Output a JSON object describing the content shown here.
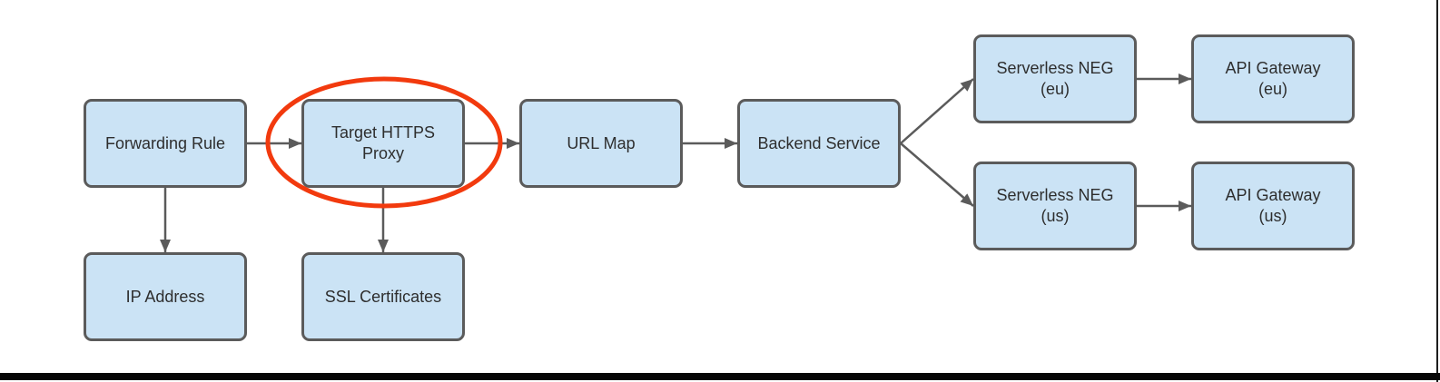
{
  "diagram_type": "flowchart",
  "nodes": {
    "forwarding_rule": {
      "label": "Forwarding Rule"
    },
    "target_https_proxy": {
      "label": "Target HTTPS\nProxy",
      "highlighted": true
    },
    "url_map": {
      "label": "URL Map"
    },
    "backend_service": {
      "label": "Backend Service"
    },
    "serverless_neg_eu": {
      "label": "Serverless NEG\n(eu)"
    },
    "api_gateway_eu": {
      "label": "API Gateway\n(eu)"
    },
    "serverless_neg_us": {
      "label": "Serverless NEG\n(us)"
    },
    "api_gateway_us": {
      "label": "API Gateway\n(us)"
    },
    "ip_address": {
      "label": "IP Address"
    },
    "ssl_certificates": {
      "label": "SSL Certificates"
    }
  },
  "edges": [
    {
      "from": "forwarding_rule",
      "to": "target_https_proxy"
    },
    {
      "from": "target_https_proxy",
      "to": "url_map"
    },
    {
      "from": "url_map",
      "to": "backend_service"
    },
    {
      "from": "backend_service",
      "to": "serverless_neg_eu"
    },
    {
      "from": "backend_service",
      "to": "serverless_neg_us"
    },
    {
      "from": "serverless_neg_eu",
      "to": "api_gateway_eu"
    },
    {
      "from": "serverless_neg_us",
      "to": "api_gateway_us"
    },
    {
      "from": "forwarding_rule",
      "to": "ip_address"
    },
    {
      "from": "target_https_proxy",
      "to": "ssl_certificates"
    }
  ],
  "annotation": {
    "shape": "ellipse-highlight",
    "target": "target_https_proxy",
    "color": "#f23a0e"
  },
  "colors": {
    "node_fill": "#cbe3f5",
    "node_border": "#5b5b5b",
    "arrow": "#5b5b5b",
    "highlight": "#f23a0e",
    "text": "#2e2e2e",
    "frame": "#060606"
  }
}
